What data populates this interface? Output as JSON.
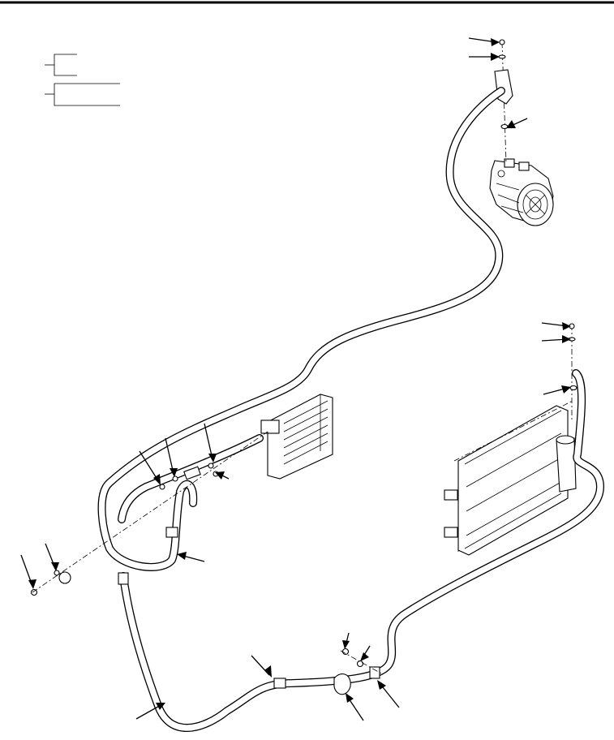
{
  "figure": {
    "components": {
      "compressor": "compressor",
      "condenser": "condenser",
      "receiver_drier": "receiver-drier",
      "evaporator": "evaporator",
      "discharge_hose": "discharge-hose",
      "suction_hose": "suction-hose",
      "liquid_line": "liquid-line"
    },
    "callout_count": 18
  }
}
